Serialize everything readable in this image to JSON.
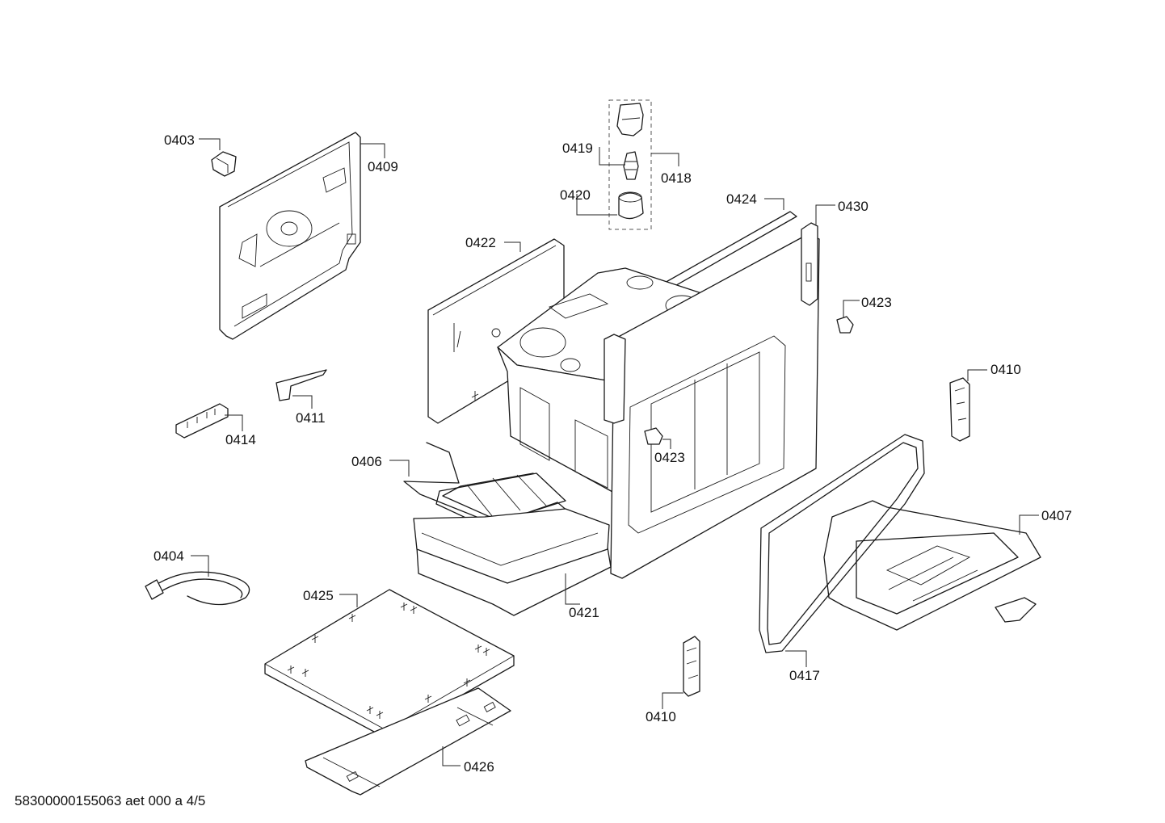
{
  "callouts": {
    "c0403": "0403",
    "c0409": "0409",
    "c0419": "0419",
    "c0418": "0418",
    "c0420": "0420",
    "c0424": "0424",
    "c0430": "0430",
    "c0422": "0422",
    "c0423a": "0423",
    "c0410a": "0410",
    "c0411": "0411",
    "c0414": "0414",
    "c0423b": "0423",
    "c0406": "0406",
    "c0407": "0407",
    "c0404": "0404",
    "c0425": "0425",
    "c0421": "0421",
    "c0417": "0417",
    "c0410b": "0410",
    "c0426": "0426"
  },
  "footer": {
    "document_code": "58300000155063 aet 000 a 4/5"
  }
}
